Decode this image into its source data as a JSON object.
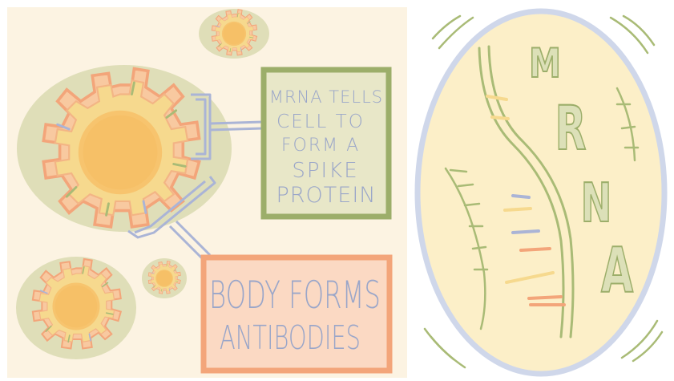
{
  "colors": {
    "panel_bg": "#fcf3e2",
    "cell_green": "#dfdeb8",
    "virus_core": "#f7c46e",
    "virus_orange": "#f3a57a",
    "virus_yellow": "#f6d98e",
    "accent_blue": "#aab4d6",
    "green_box_border": "#9cae6a",
    "orange_box_border": "#f3a57a",
    "orange_box_fill": "#fbd9c3",
    "text_blue": "#9aa6c9",
    "oval_fill": "#fcefc8",
    "oval_border": "#cfd7ea",
    "strand_green": "#a9bb76"
  },
  "left_panel": {
    "info_box_lines": [
      "MRNA TELLS",
      "CELL TO",
      "FORM A",
      "SPIKE",
      "PROTEIN"
    ],
    "antibody_box_lines": [
      "BODY FORMS",
      "ANTIBODIES"
    ]
  },
  "right_panel": {
    "letters": [
      "M",
      "R",
      "N",
      "A"
    ]
  }
}
